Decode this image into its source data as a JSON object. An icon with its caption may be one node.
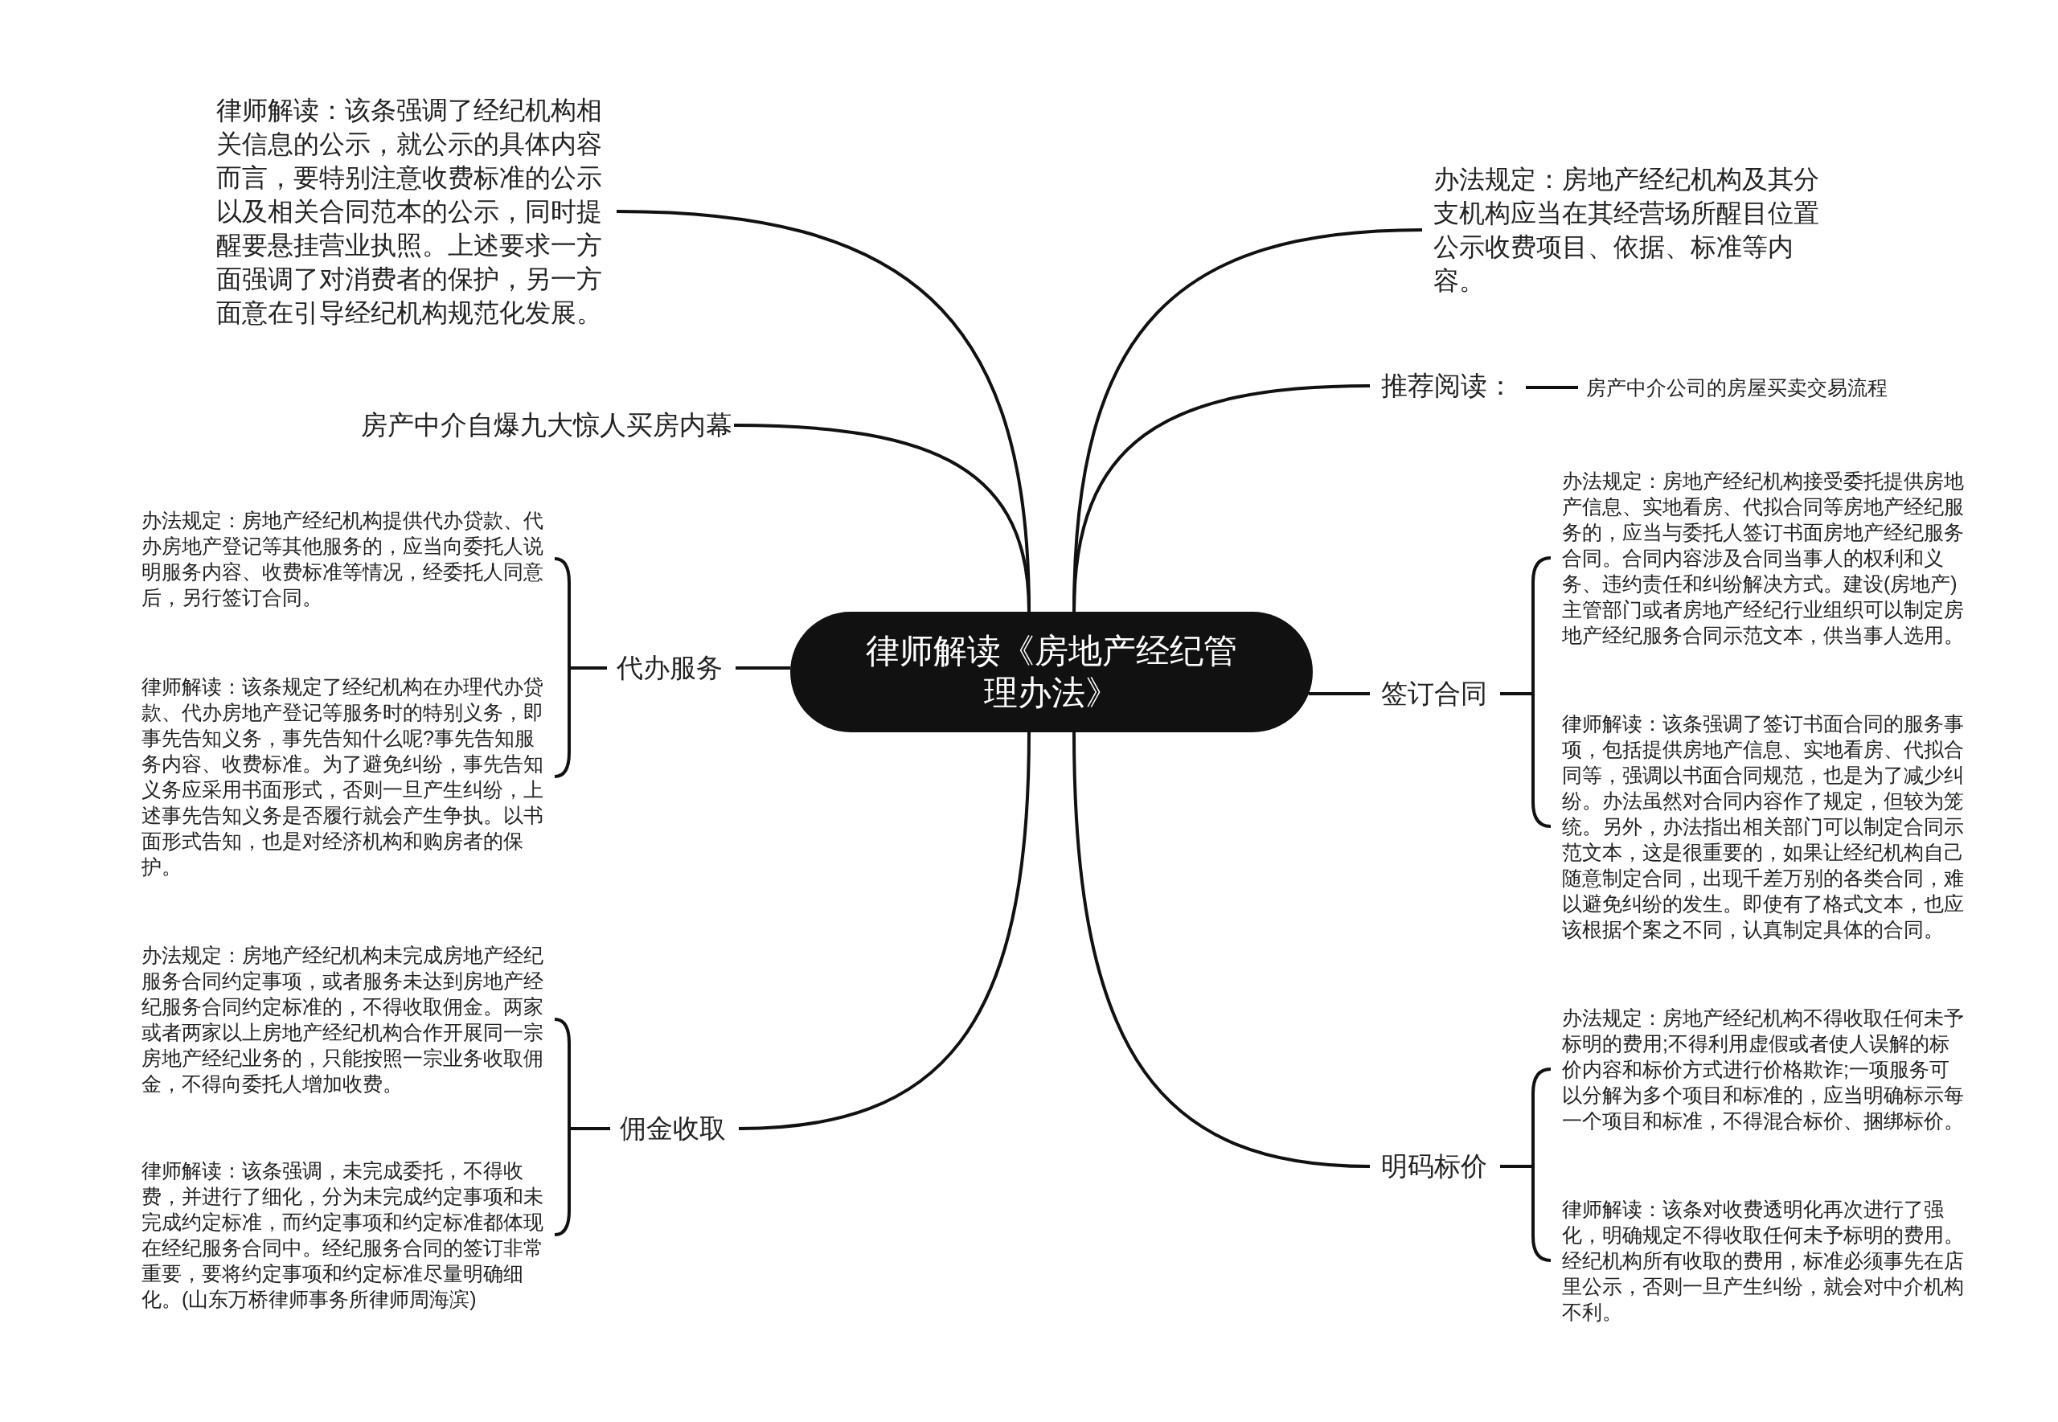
{
  "diagram": {
    "nodes": [
      {
        "text": [
          "律师解读《房地产经纪管理办法》"
        ]
      },
      {
        "text": [
          "律师解读：该条强调了经纪机构相关信息的公示，就公示的具体内容而言，要特别注意收费标准的公示以及相关合同范本的公示，同时提醒要悬挂营业执照。上述要求一方面强调了对消费者的保护，另一方面意在引导经纪机构规范化发展。"
        ]
      },
      {
        "text": [
          "房产中介自爆九大惊人买房内幕"
        ]
      },
      {
        "text": [
          "代办服务"
        ]
      },
      {
        "text": [
          "办法规定：房地产经纪机构提供代办贷款、代办房地产登记等其他服务的，应当向委托人说明服务内容、收费标准等情况，经委托人同意后，另行签订合同。"
        ]
      },
      {
        "text": [
          "律师解读：该条规定了经纪机构在办理代办贷款、代办房地产登记等服务时的特别义务，即事先告知义务，事先告知什么呢?事先告知服务内容、收费标准。为了避免纠纷，事先告知义务应采用书面形式，否则一旦产生纠纷，上述事先告知义务是否履行就会产生争执。以书面形式告知，也是对经济机构和购房者的保护。"
        ]
      },
      {
        "text": [
          "佣金收取"
        ]
      },
      {
        "text": [
          "办法规定：房地产经纪机构未完成房地产经纪服务合同约定事项，或者服务未达到房地产经纪服务合同约定标准的，不得收取佣金。两家或者两家以上房地产经纪机构合作开展同一宗房地产经纪业务的，只能按照一宗业务收取佣金，不得向委托人增加收费。"
        ]
      },
      {
        "text": [
          "律师解读：该条强调，未完成委托，不得收费，并进行了细化，分为未完成约定事项和未完成约定标准，而约定事项和约定标准都体现在经纪服务合同中。经纪服务合同的签订非常重要，要将约定事项和约定标准尽量明确细化。(山东万桥律师事务所律师周海滨)"
        ]
      },
      {
        "text": [
          "办法规定：房地产经纪机构及其分支机构应当在其经营场所醒目位置公示收费项目、依据、标准等内容。"
        ]
      },
      {
        "text": [
          "推荐阅读："
        ]
      },
      {
        "text": [
          "房产中介公司的房屋买卖交易流程"
        ]
      },
      {
        "text": [
          "签订合同"
        ]
      },
      {
        "text": [
          "办法规定：房地产经纪机构接受委托提供房地产信息、实地看房、代拟合同等房地产经纪服务的，应当与委托人签订书面房地产经纪服务合同。合同内容涉及合同当事人的权利和义务、违约责任和纠纷解决方式。建设(房地产)主管部门或者房地产经纪行业组织可以制定房地产经纪服务合同示范文本，供当事人选用。"
        ]
      },
      {
        "text": [
          "律师解读：该条强调了签订书面合同的服务事项，包括提供房地产信息、实地看房、代拟合同等，强调以书面合同规范，也是为了减少纠纷。办法虽然对合同内容作了规定，但较为笼统。另外，办法指出相关部门可以制定合同示范文本，这是很重要的，如果让经纪机构自己随意制定合同，出现千差万别的各类合同，难以避免纠纷的发生。即使有了格式文本，也应该根据个案之不同，认真制定具体的合同。"
        ]
      },
      {
        "text": [
          "明码标价"
        ]
      },
      {
        "text": [
          "办法规定：房地产经纪机构不得收取任何未予标明的费用;不得利用虚假或者使人误解的标价内容和标价方式进行价格欺诈;一项服务可以分解为多个项目和标准的，应当明确标示每一个项目和标准，不得混合标价、捆绑标价。"
        ]
      },
      {
        "text": [
          "律师解读：该条对收费透明化再次进行了强化，明确规定不得收取任何未予标明的费用。经纪机构所有收取的费用，标准必须事先在店里公示，否则一旦产生纠纷，就会对中介机构不利。"
        ]
      }
    ],
    "edges": [
      {
        "from": 0,
        "to": 1,
        "arrow": "none"
      },
      {
        "from": 0,
        "to": 2,
        "arrow": "none"
      },
      {
        "from": 0,
        "to": 3,
        "arrow": "none"
      },
      {
        "from": 3,
        "to": 4,
        "arrow": "none"
      },
      {
        "from": 3,
        "to": 5,
        "arrow": "none"
      },
      {
        "from": 0,
        "to": 6,
        "arrow": "none"
      },
      {
        "from": 6,
        "to": 7,
        "arrow": "none"
      },
      {
        "from": 6,
        "to": 8,
        "arrow": "none"
      },
      {
        "from": 0,
        "to": 9,
        "arrow": "none"
      },
      {
        "from": 0,
        "to": 10,
        "arrow": "none"
      },
      {
        "from": 10,
        "to": 11,
        "arrow": "none"
      },
      {
        "from": 0,
        "to": 12,
        "arrow": "none"
      },
      {
        "from": 12,
        "to": 13,
        "arrow": "none"
      },
      {
        "from": 12,
        "to": 14,
        "arrow": "none"
      },
      {
        "from": 0,
        "to": 15,
        "arrow": "none"
      },
      {
        "from": 15,
        "to": 16,
        "arrow": "none"
      },
      {
        "from": 15,
        "to": 17,
        "arrow": "none"
      }
    ]
  }
}
